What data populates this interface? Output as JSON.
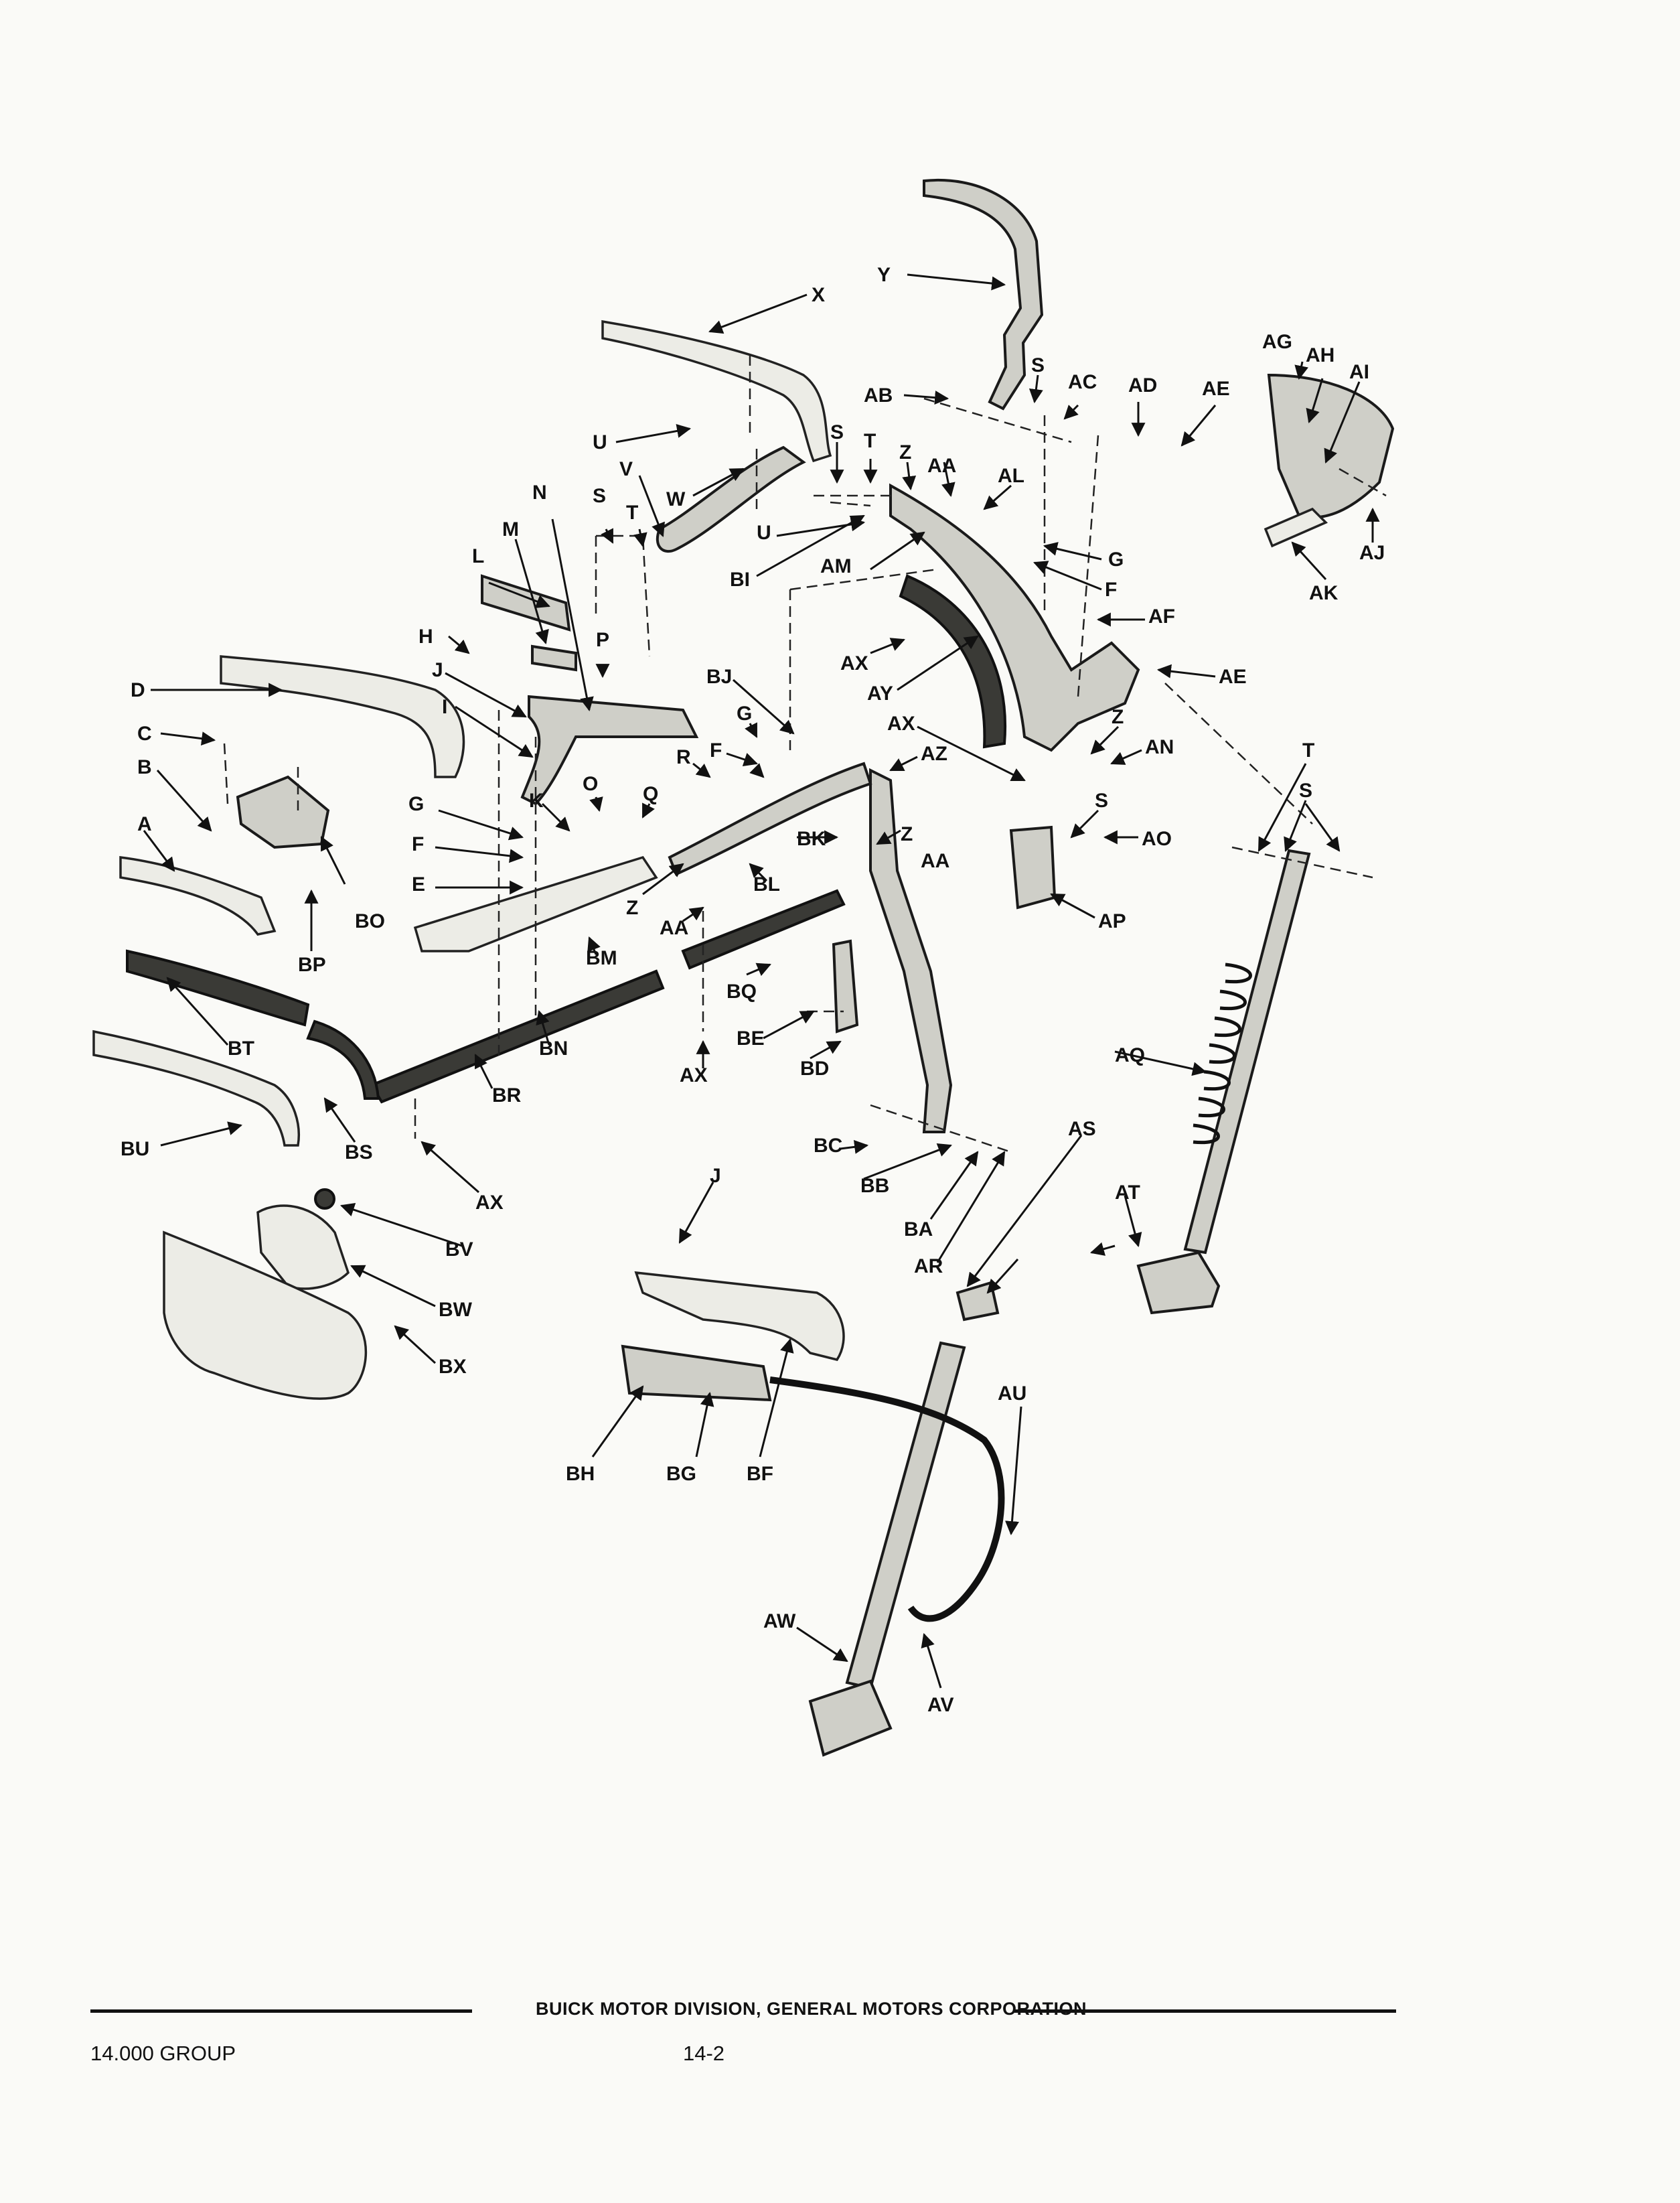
{
  "labels": {
    "Y": "Y",
    "X": "X",
    "AB": "AB",
    "S1": "S",
    "AC": "AC",
    "AD": "AD",
    "AE1": "AE",
    "AG": "AG",
    "AH": "AH",
    "AI": "AI",
    "U1": "U",
    "S2": "S",
    "T1": "T",
    "Z1": "Z",
    "AA1": "AA",
    "AL": "AL",
    "V": "V",
    "W": "W",
    "N": "N",
    "M": "M",
    "S3": "S",
    "T2": "T",
    "U2": "U",
    "BI": "BI",
    "AM": "AM",
    "G1": "G",
    "F1": "F",
    "AF": "AF",
    "AJ": "AJ",
    "AK": "AK",
    "L": "L",
    "H": "H",
    "P": "P",
    "D": "D",
    "J1": "J",
    "C": "C",
    "I": "I",
    "BJ": "BJ",
    "AX1": "AX",
    "AY": "AY",
    "AE2": "AE",
    "G2": "G",
    "AX2": "AX",
    "Z2": "Z",
    "AN": "AN",
    "B": "B",
    "F2": "F",
    "AZ": "AZ",
    "R": "R",
    "O": "O",
    "Q": "Q",
    "G3": "G",
    "K": "K",
    "F3": "F",
    "S4": "S",
    "AO": "AO",
    "T3": "T",
    "S5": "S",
    "A": "A",
    "E": "E",
    "BK": "BK",
    "Z3": "Z",
    "Z4": "Z",
    "BL": "BL",
    "AA2": "AA",
    "AA3": "AA",
    "AP": "AP",
    "BO": "BO",
    "BP": "BP",
    "BM": "BM",
    "BQ": "BQ",
    "BT": "BT",
    "BN": "BN",
    "BE": "BE",
    "AX3": "AX",
    "BD": "BD",
    "AQ": "AQ",
    "BR": "BR",
    "BU": "BU",
    "BS": "BS",
    "AS": "AS",
    "BC": "BC",
    "AX4": "AX",
    "BB": "BB",
    "J2": "J",
    "AT": "AT",
    "BA": "BA",
    "BV": "BV",
    "AR": "AR",
    "BW": "BW",
    "BX": "BX",
    "AU": "AU",
    "BH": "BH",
    "BG": "BG",
    "BF": "BF",
    "AW": "AW",
    "AV": "AV"
  },
  "footer": {
    "company": "BUICK MOTOR DIVISION, GENERAL MOTORS CORPORATION",
    "group": "14.000 GROUP",
    "page": "14-2"
  }
}
